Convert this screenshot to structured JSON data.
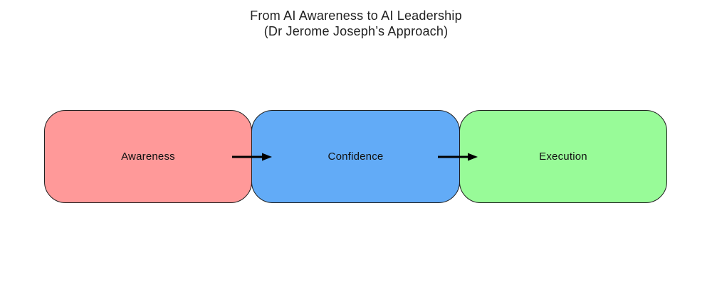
{
  "title": {
    "line1": "From AI Awareness to AI Leadership",
    "line2": "(Dr Jerome Joseph’s Approach)"
  },
  "diagram": {
    "type": "horizontal-flow",
    "outline_color": "#1f1f1f",
    "arrow_color": "#000000",
    "text_color": "#111111",
    "boxes": [
      {
        "label": "Awareness",
        "fill": "#FF9999"
      },
      {
        "label": "Confidence",
        "fill": "#62ABF7"
      },
      {
        "label": "Execution",
        "fill": "#98FB98"
      }
    ]
  }
}
